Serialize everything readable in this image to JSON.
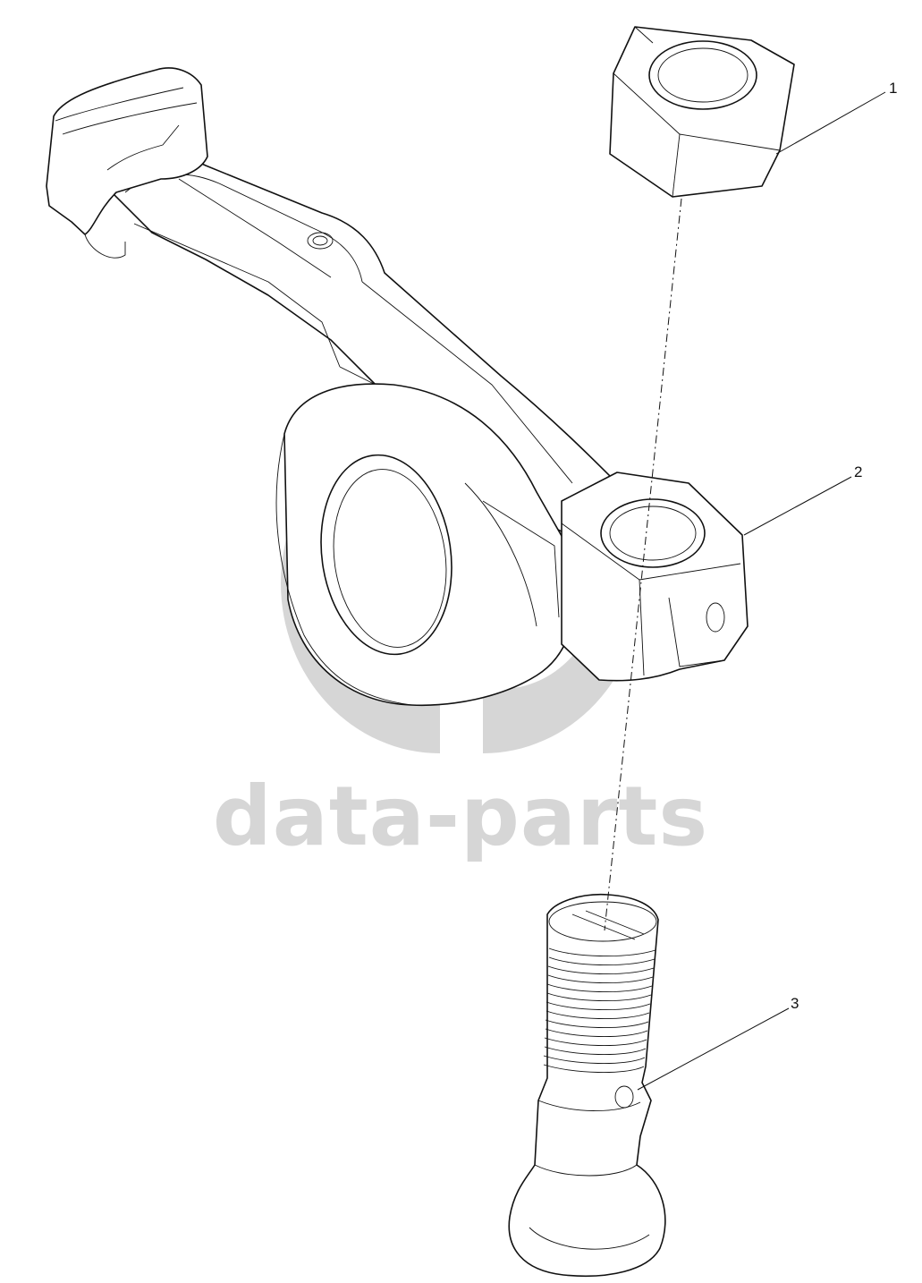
{
  "watermark": {
    "brand_text": "data-parts",
    "color": "#d6d6d6"
  },
  "parts": [
    {
      "callout": "1",
      "name": "hex-nut"
    },
    {
      "callout": "2",
      "name": "rocker-arm"
    },
    {
      "callout": "3",
      "name": "adjusting-screw"
    }
  ],
  "colors": {
    "line": "#111111",
    "background": "#ffffff"
  }
}
